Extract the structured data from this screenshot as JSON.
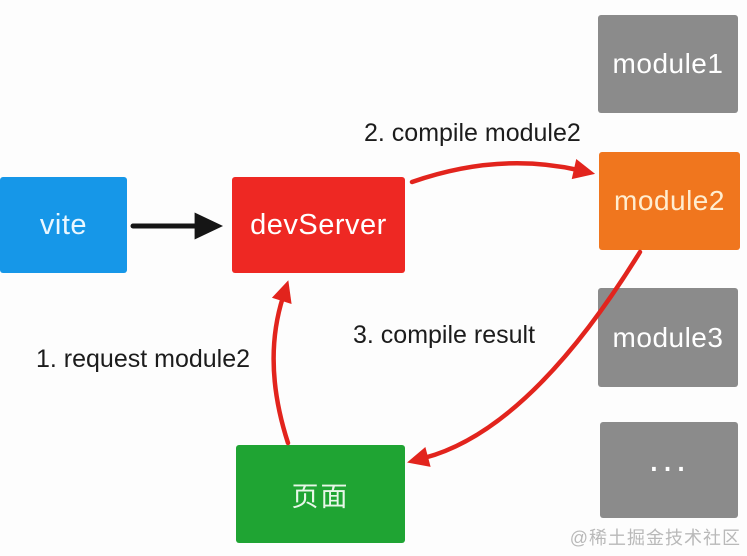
{
  "watermark": "@稀土掘金技术社区",
  "background": "#fdfdfd",
  "nodes": {
    "vite": {
      "label": "vite",
      "color": "#1697e8",
      "text_color": "#eaf7ff"
    },
    "devserver": {
      "label": "devServer",
      "color": "#ee2823",
      "text_color": "#ffffff"
    },
    "module1": {
      "label": "module1",
      "color": "#8b8b8b",
      "text_color": "#ffffff"
    },
    "module2": {
      "label": "module2",
      "color": "#f0761e",
      "text_color": "#ffedd0"
    },
    "module3": {
      "label": "module3",
      "color": "#8b8b8b",
      "text_color": "#ffffff"
    },
    "more": {
      "label": "...",
      "color": "#8b8b8b",
      "text_color": "#ffffff"
    },
    "page": {
      "label": "页面",
      "color": "#1fa433",
      "text_color": "#e8f7e9"
    }
  },
  "edges": [
    {
      "from": "vite",
      "to": "devServer",
      "label": "",
      "color": "#151515",
      "style": "straight"
    },
    {
      "from": "页面",
      "to": "devServer",
      "label": "1. request module2",
      "color": "#e2241d",
      "style": "curved"
    },
    {
      "from": "devServer",
      "to": "module2",
      "label": "2. compile module2",
      "color": "#e2241d",
      "style": "curved"
    },
    {
      "from": "module2",
      "to": "页面",
      "label": "3. compile result",
      "color": "#e2241d",
      "style": "curved"
    }
  ]
}
